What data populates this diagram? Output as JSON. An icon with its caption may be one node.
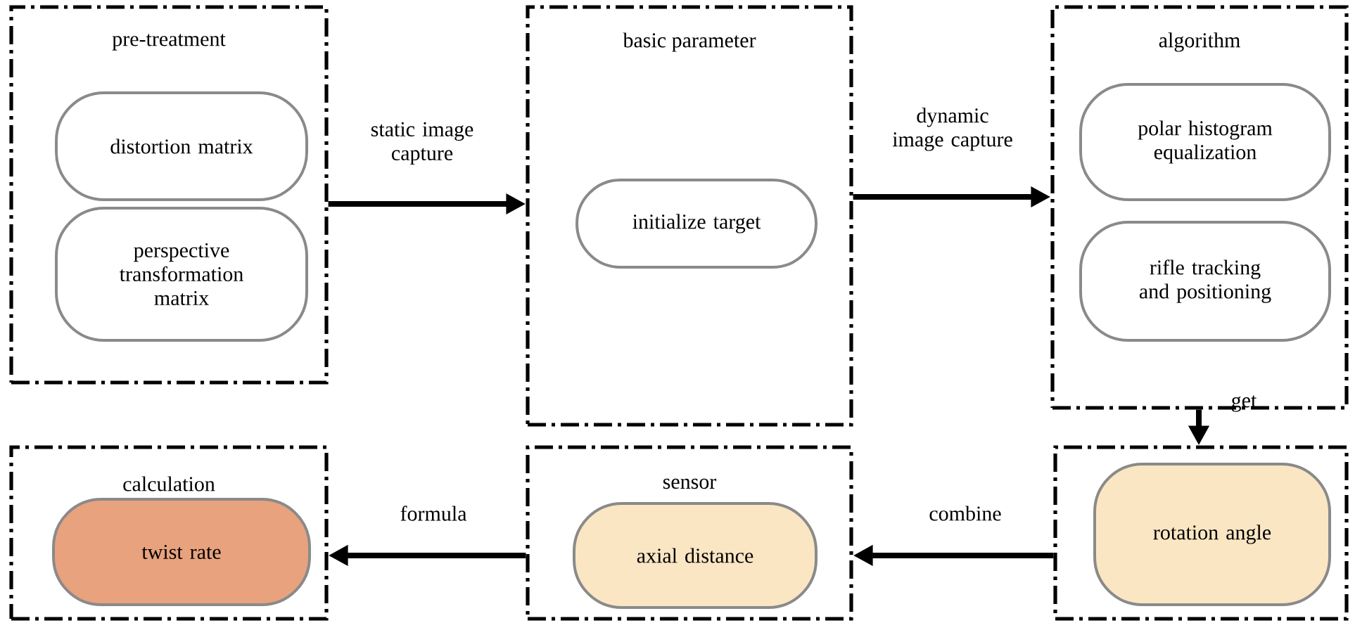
{
  "diagram": {
    "nodes": [
      {
        "text": [
          "pre-treatment"
        ]
      },
      {
        "text": [
          "distortion matrix"
        ],
        "in": 0
      },
      {
        "text": [
          "perspective transformation matrix"
        ],
        "in": 0
      },
      {
        "text": [
          "basic parameter"
        ]
      },
      {
        "text": [
          "initialize target"
        ],
        "in": 3
      },
      {
        "text": [
          "algorithm"
        ]
      },
      {
        "text": [
          "polar histogram equalization"
        ],
        "in": 5
      },
      {
        "text": [
          "rifle tracking and positioning"
        ],
        "in": 5
      },
      {
        "text": [
          "calculation"
        ]
      },
      {
        "text": [
          "twist rate"
        ],
        "in": 8
      },
      {
        "text": [
          "sensor"
        ]
      },
      {
        "text": [
          "axial distance"
        ],
        "in": 10
      },
      {
        "text": [],
        "shape": "box"
      },
      {
        "text": [
          "rotation angle"
        ],
        "in": 12
      }
    ],
    "edges": [
      {
        "from": 0,
        "to": 3,
        "arrow": "to",
        "label": "static image capture"
      },
      {
        "from": 3,
        "to": 5,
        "arrow": "to",
        "label": "dynamic image capture"
      },
      {
        "from": 5,
        "to": 12,
        "arrow": "to",
        "label": "get"
      },
      {
        "from": 12,
        "to": 10,
        "arrow": "to",
        "label": "combine"
      },
      {
        "from": 10,
        "to": 8,
        "arrow": "to",
        "label": "formula"
      }
    ]
  }
}
